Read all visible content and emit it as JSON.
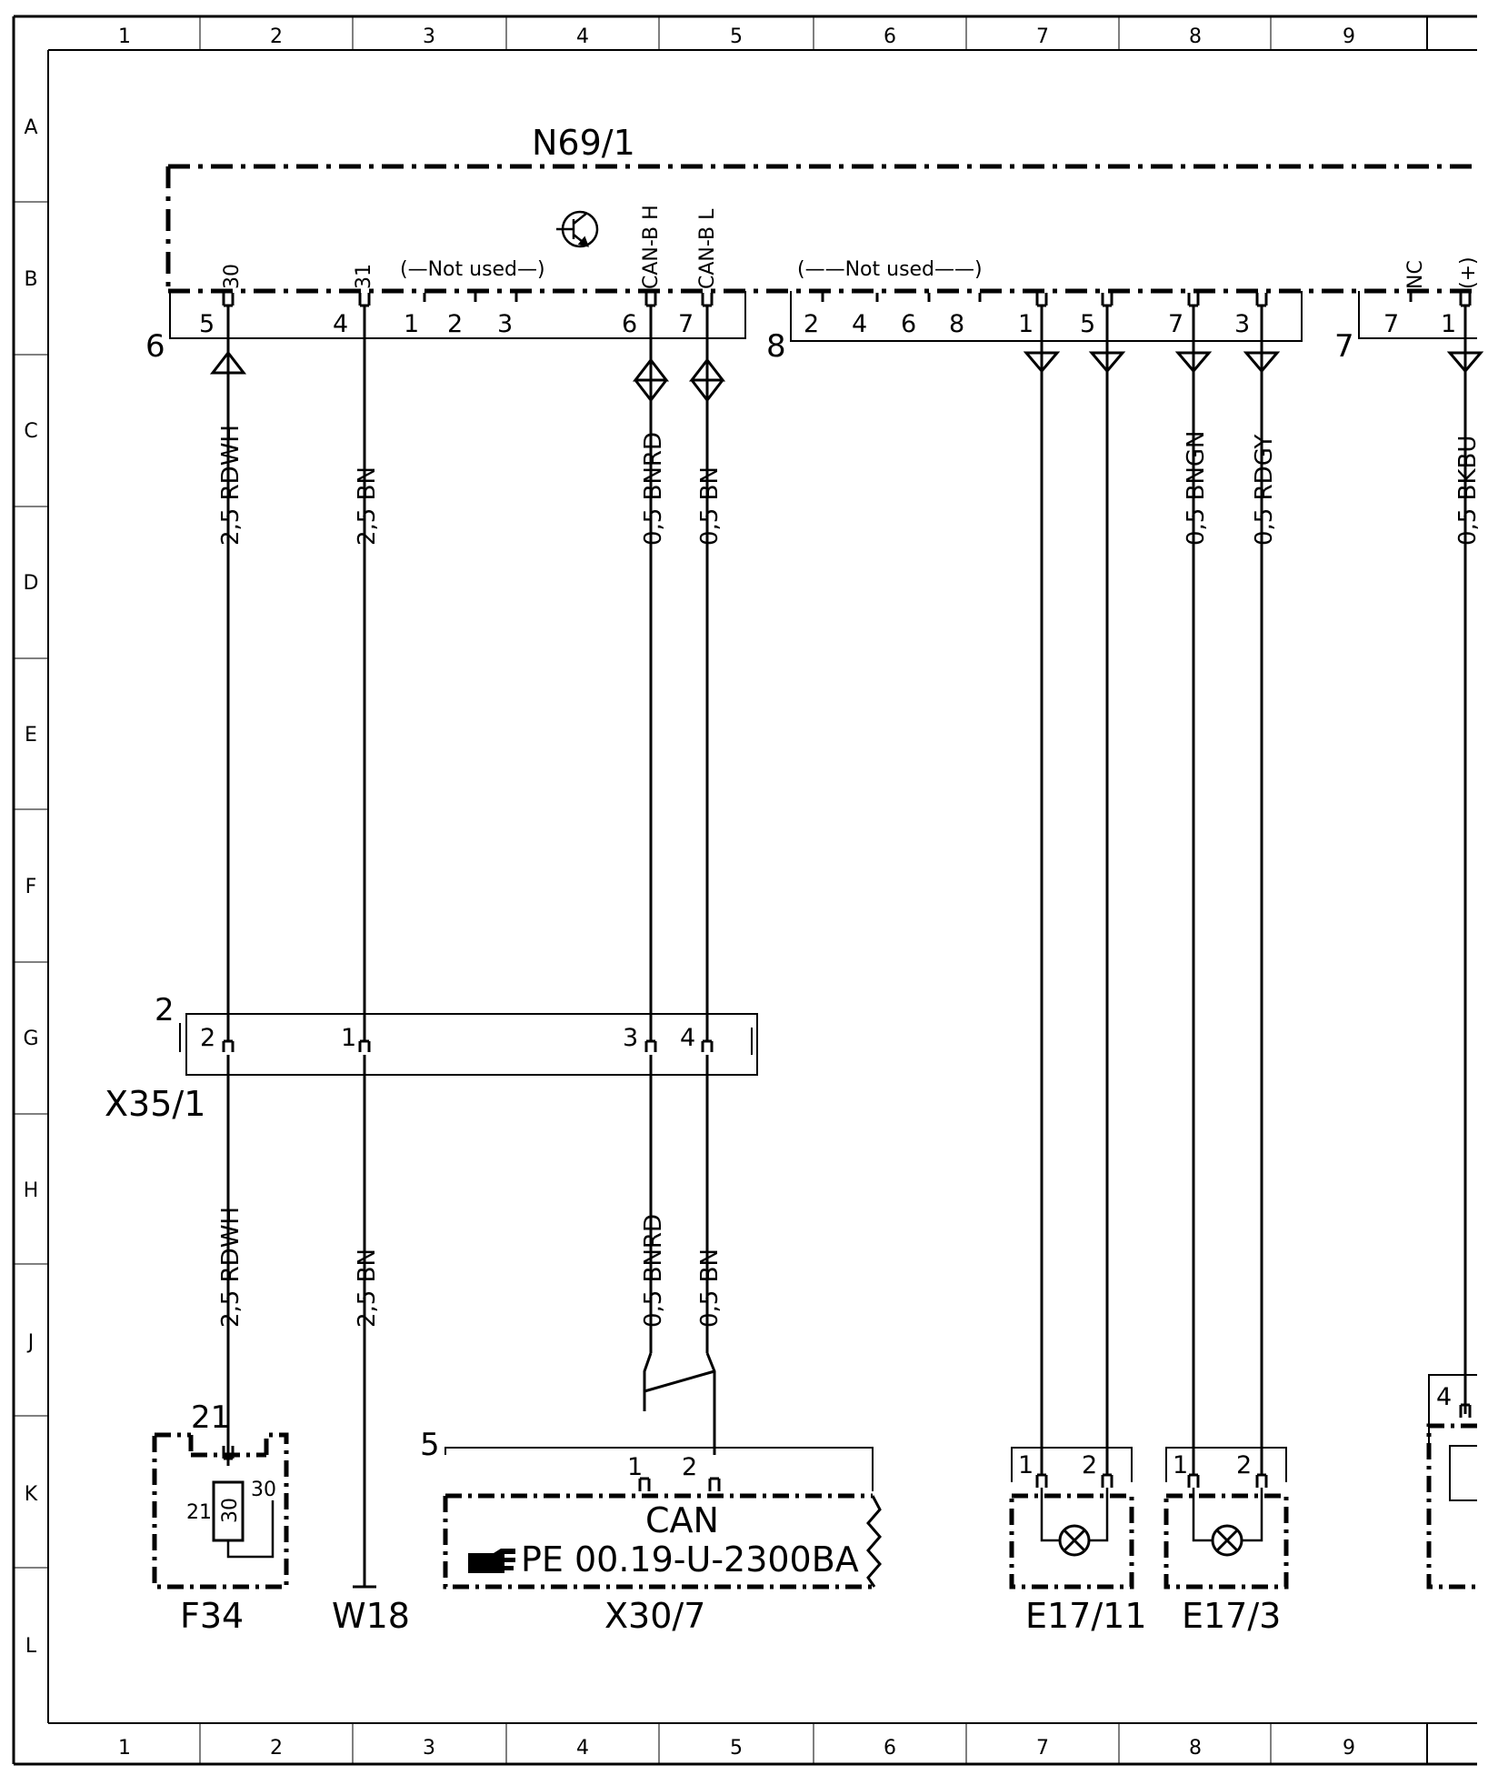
{
  "grid": {
    "columns": [
      "1",
      "2",
      "3",
      "4",
      "5",
      "6",
      "7",
      "8",
      "9"
    ],
    "rows": [
      "A",
      "B",
      "C",
      "D",
      "E",
      "F",
      "G",
      "H",
      "J",
      "K",
      "L"
    ]
  },
  "module": {
    "name": "N69/1",
    "not_used_left": "(—Not used—)",
    "not_used_right": "(——Not used——)",
    "pin_labels": [
      "30",
      "31",
      "CAN-B H",
      "CAN-B L",
      "NC",
      "(+)"
    ],
    "connectors": [
      {
        "id": "6",
        "pins": [
          "5",
          "4",
          "1",
          "2",
          "3",
          "6",
          "7"
        ]
      },
      {
        "id": "8",
        "pins": [
          "2",
          "4",
          "6",
          "8",
          "1",
          "5",
          "7",
          "3"
        ]
      },
      {
        "id": "7",
        "pins": [
          "7",
          "1"
        ]
      }
    ]
  },
  "wires": [
    {
      "id": "w1",
      "upper": "2,5 RDWH",
      "lower": "2,5 RDWH"
    },
    {
      "id": "w2",
      "upper": "2,5 BN",
      "lower": "2,5 BN"
    },
    {
      "id": "w3",
      "upper": "0,5 BNRD",
      "lower": "0,5 BNRD"
    },
    {
      "id": "w4",
      "upper": "0,5 BN",
      "lower": "0,5 BN"
    },
    {
      "id": "w5",
      "upper": "0,5 BNGN"
    },
    {
      "id": "w6",
      "upper": "0,5 RDGY"
    },
    {
      "id": "w7",
      "upper": "0,5 BKBU"
    }
  ],
  "splice": {
    "name": "X35/1",
    "number": "2",
    "pins": [
      "2",
      "1",
      "3",
      "4"
    ]
  },
  "components": [
    {
      "id": "F34",
      "name": "F34",
      "top_label": "21",
      "pins": [
        "21",
        "30",
        "30"
      ]
    },
    {
      "id": "W18",
      "name": "W18"
    },
    {
      "id": "X30_7",
      "name": "X30/7",
      "number": "5",
      "pins": [
        "1",
        "2"
      ],
      "title": "CAN",
      "ref": "PE 00.19-U-2300BA",
      "ref_icon": "pointing-hand-icon"
    },
    {
      "id": "E17_11",
      "name": "E17/11",
      "pins": [
        "1",
        "2"
      ]
    },
    {
      "id": "E17_3",
      "name": "E17/3",
      "pins": [
        "1",
        "2"
      ]
    },
    {
      "id": "right_partial",
      "pin": "4"
    }
  ]
}
